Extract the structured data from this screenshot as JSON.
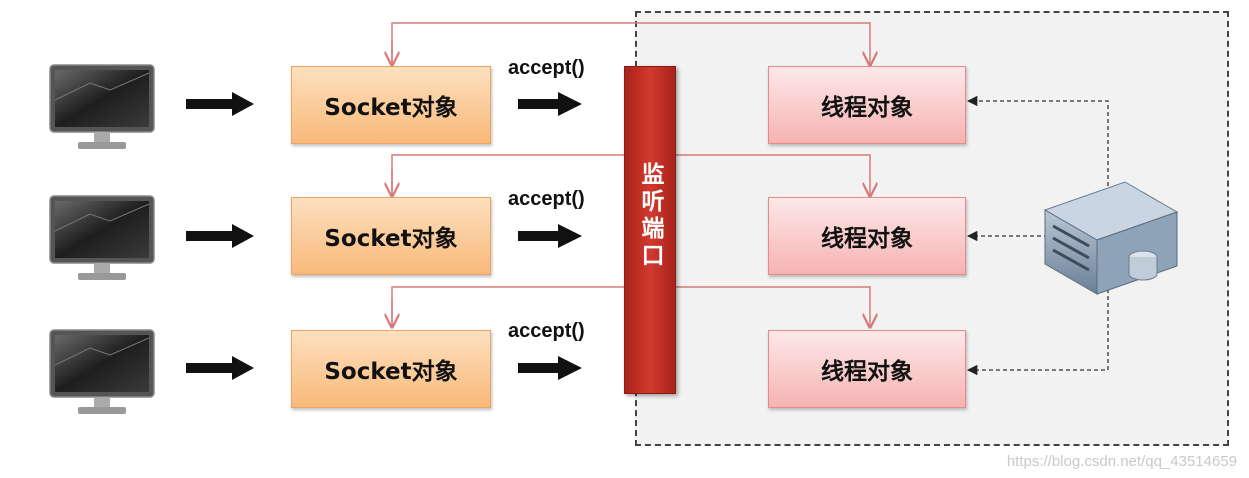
{
  "client_icon": "monitor-icon",
  "server_icon": "server-icon",
  "socket_label": "Socket对象",
  "accept_label": "accept()",
  "listen_port_label": "监听端口",
  "thread_label": "线程对象",
  "rows": [
    {
      "socket": "Socket对象",
      "accept": "accept()",
      "thread": "线程对象"
    },
    {
      "socket": "Socket对象",
      "accept": "accept()",
      "thread": "线程对象"
    },
    {
      "socket": "Socket对象",
      "accept": "accept()",
      "thread": "线程对象"
    }
  ],
  "watermark": "https://blog.csdn.net/qq_43514659",
  "colors": {
    "socket_fill": "#f9b97a",
    "thread_fill": "#f6b3b3",
    "listen_bar": "#c0342b",
    "connector": "#d77a7a"
  }
}
